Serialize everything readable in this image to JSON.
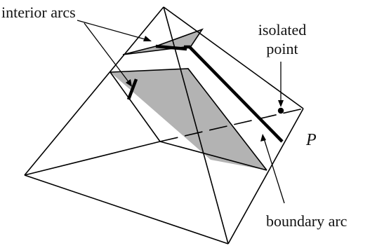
{
  "labels": {
    "interior_arcs": "interior arcs",
    "isolated_point_line1": "isolated",
    "isolated_point_line2": "point",
    "vertex_p": "P",
    "boundary_arc": "boundary arc"
  },
  "colors": {
    "ink": "#000000",
    "shade": "#b3b3b3",
    "background": "#ffffff"
  }
}
